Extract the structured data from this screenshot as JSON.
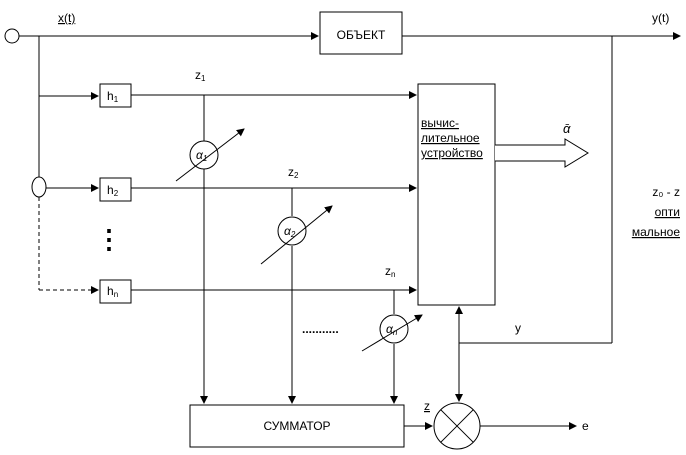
{
  "signals": {
    "x_t": "x(t)",
    "y_t": "y(t)",
    "z1": "z",
    "z1_sub": "1",
    "z2": "z",
    "z2_sub": "2",
    "zn": "z",
    "zn_sub": "n",
    "z_sum": "z",
    "y": "y",
    "e": "e",
    "alpha_bar": "ᾱ",
    "criterion_line1": "z₀ - z",
    "criterion_line2": "опти",
    "criterion_line3": "мальное",
    "dots_vertical": "⋮",
    "dots_horizontal": "..........."
  },
  "blocks": {
    "object": "ОБЪЕКТ",
    "h1": "h",
    "h1_sub": "1",
    "h2": "h",
    "h2_sub": "2",
    "hn": "h",
    "hn_sub": "n",
    "compute_line1": "вычис-",
    "compute_line2": "лительное",
    "compute_line3": "устройство",
    "summator": "СУММАТОР"
  },
  "multipliers": {
    "a1": "α",
    "a1_sub": "1",
    "a2": "α",
    "a2_sub": "2",
    "an": "α",
    "an_sub": "n"
  }
}
